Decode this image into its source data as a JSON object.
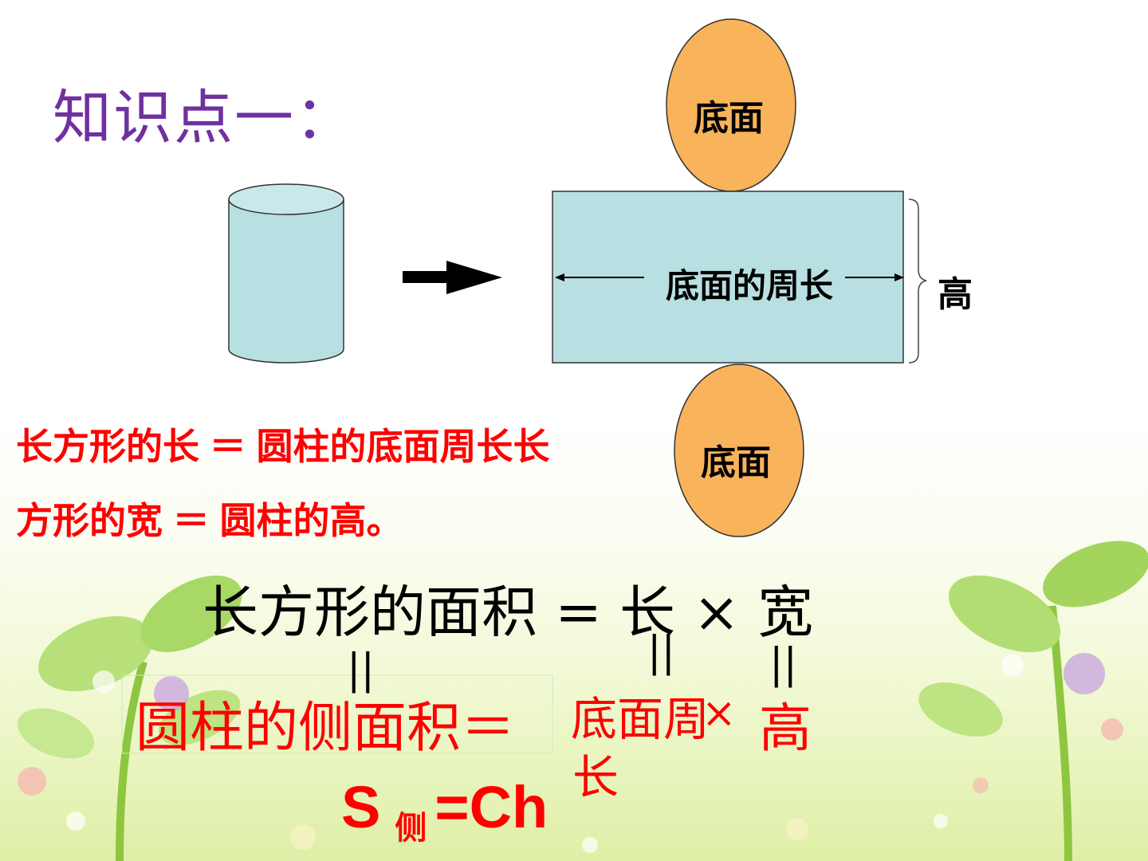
{
  "title": "知识点一：",
  "net": {
    "top_base": "底面",
    "bottom_base": "底面",
    "circumference_label": "底面的周长",
    "height_label": "高"
  },
  "statements": {
    "line1": "长方形的长 ＝ 圆柱的底面周长长",
    "line2": "方形的宽 ＝ 圆柱的高。"
  },
  "formula": {
    "rect_area": "长方形的面积 = 长 × 宽",
    "lateral_label": "圆柱的侧面积＝",
    "base_perimeter": "底面周",
    "base_perimeter_2": "长",
    "times": "×",
    "height": "高",
    "equal_mark": "||",
    "s_letter": "S",
    "s_sub": "侧",
    "s_eq": "=Ch"
  },
  "colors": {
    "title": "#7030a0",
    "red": "#ff0000",
    "shape_fill": "#b8dfe1",
    "base_fill": "#f9b35a"
  }
}
